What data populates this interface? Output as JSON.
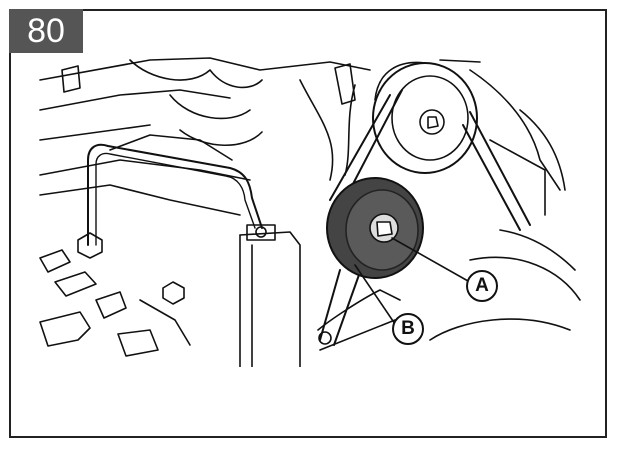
{
  "step": {
    "number": "80",
    "badge_color": "#555555"
  },
  "callouts": {
    "a": "A",
    "b": "B"
  },
  "illustration": {
    "subject": "belt-and-pulley-assembly",
    "pulley_a_color": "#555555",
    "line_color": "#111111"
  }
}
